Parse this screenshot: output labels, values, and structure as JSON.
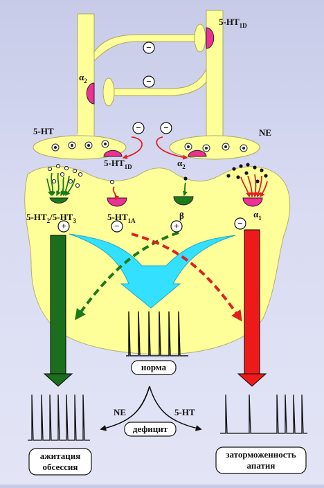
{
  "labels": {
    "ht1d_top": "5-HT",
    "ht1d_top_sub": "1D",
    "alpha2_left": "α",
    "alpha2_left_sub": "2",
    "ht_left": "5-HT",
    "ne_right": "NE",
    "ht1d_mid": "5-HT",
    "ht1d_mid_sub": "1D",
    "alpha2_mid": "α",
    "alpha2_mid_sub": "2",
    "ht2_ht3": "5-HT",
    "ht2_sub": "2",
    "ht3_sep": "/5-HT",
    "ht3_sub": "3",
    "ht1a": "5-HT",
    "ht1a_sub": "1A",
    "beta": "β",
    "alpha1": "α",
    "alpha1_sub": "1",
    "ne_bottom": "NE",
    "ht_bottom": "5-HT"
  },
  "signs": {
    "minus": "−",
    "plus": "+"
  },
  "boxes": {
    "norm": "норма",
    "deficit": "дефицит",
    "left_line1": "ажитация",
    "left_line2": "обсессия",
    "right_line1": "заторможенность",
    "right_line2": "апатия"
  },
  "colors": {
    "neuron": "#ffff99",
    "outline": "#a8a860",
    "receptor_pink": "#ee2f93",
    "receptor_green": "#1b7a1b",
    "inhibit_red": "#ff2020",
    "excite_green": "#1a7a1a",
    "flow_cyan": "#33e0ff"
  }
}
